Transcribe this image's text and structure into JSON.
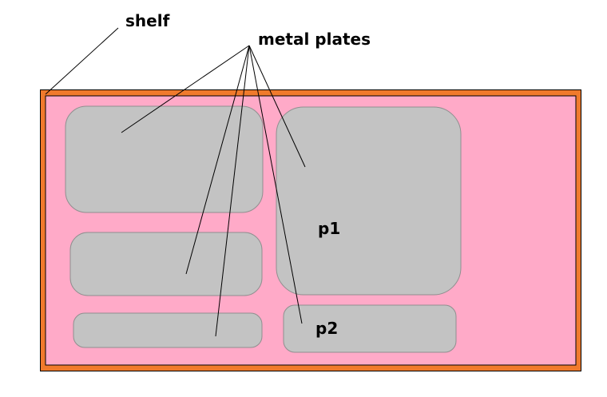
{
  "labels": {
    "shelf": "shelf",
    "metal_plates": "metal plates",
    "p1": "p1",
    "p2": "p2"
  },
  "colors": {
    "shelf_border": "#f07a2c",
    "shelf_fill": "#ffaac8",
    "plate_fill": "#c3c3c3",
    "plate_stroke": "#8f8f8f",
    "line": "#000000",
    "text": "#000000"
  }
}
